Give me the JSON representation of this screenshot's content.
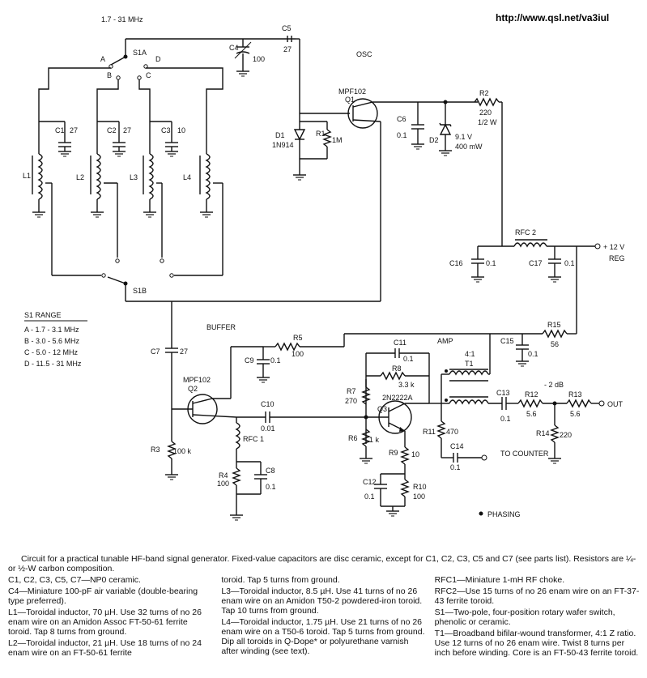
{
  "header": {
    "url": "http://www.qsl.net/va3iul",
    "freq_range": "1.7 - 31 MHz",
    "osc_label": "OSC",
    "buffer_label": "BUFFER",
    "amp_label": "AMP",
    "phasing_label": "PHASING",
    "output_atten": "- 2 dB"
  },
  "switch": {
    "s1a": "S1A",
    "s1b": "S1B",
    "positions": [
      "A",
      "B",
      "C",
      "D"
    ]
  },
  "range_table": {
    "title": "S1   RANGE",
    "rows": [
      "A - 1.7 - 3.1 MHz",
      "B - 3.0 - 5.6 MHz",
      "C - 5.0 - 12 MHz",
      "D - 11.5 - 31 MHz"
    ]
  },
  "parts": {
    "c1": "C1",
    "c1v": "27",
    "c2": "C2",
    "c2v": "27",
    "c3": "C3",
    "c3v": "10",
    "c4": "C4",
    "c4v": "100",
    "c5": "C5",
    "c5v": "27",
    "l1": "L1",
    "l2": "L2",
    "l3": "L3",
    "l4": "L4",
    "q1": "Q1",
    "q1t": "MPF102",
    "d1": "D1",
    "d1t": "1N914",
    "r1": "R1",
    "r1v": "1M",
    "c6": "C6",
    "c6v": "0.1",
    "d2": "D2",
    "d2v": "9.1 V",
    "d2p": "400 mW",
    "r2": "R2",
    "r2v": "220",
    "r2p": "1/2 W",
    "rfc2": "RFC 2",
    "vin": "+ 12 V",
    "reg": "REG",
    "c16": "C16",
    "c16v": "0.1",
    "c17": "C17",
    "c17v": "0.1",
    "r15": "R15",
    "r15v": "56",
    "c15": "C15",
    "c15v": "0.1",
    "c7": "C7",
    "c7v": "27",
    "q2": "Q2",
    "q2t": "MPF102",
    "r3": "R3",
    "r3v": "100 k",
    "r5": "R5",
    "r5v": "100",
    "c9": "C9",
    "c9v": "0.1",
    "c10": "C10",
    "c10v": "0.01",
    "rfc1": "RFC 1",
    "r4": "R4",
    "r4v": "100",
    "c8": "C8",
    "c8v": "0.1",
    "c11": "C11",
    "c11v": "0.1",
    "r8": "R8",
    "r8v": "3.3 k",
    "r7": "R7",
    "r7v": "270",
    "q3": "Q3",
    "q3t": "2N2222A",
    "r6": "R6",
    "r6v": "1 k",
    "r9": "R9",
    "r9v": "10",
    "c12": "C12",
    "c12v": "0.1",
    "r10": "R10",
    "r10v": "100",
    "t1": "T1",
    "t1r": "4:1",
    "r11": "R11",
    "r11v": "470",
    "c14": "C14",
    "c14v": "0.1",
    "to_counter": "TO COUNTER",
    "c13": "C13",
    "c13v": "0.1",
    "r12": "R12",
    "r12v": "5.6",
    "r13": "R13",
    "r13v": "5.6",
    "r14": "R14",
    "r14v": "220",
    "out": "OUT"
  },
  "caption": {
    "title": "Circuit for a practical tunable HF-band signal generator. Fixed-value capacitors are disc ceramic, except for C1, C2, C3, C5 and C7 (see parts list). Resistors are ¼- or ½-W carbon composition.",
    "col1": [
      "C1, C2, C3, C5, C7—NP0 ceramic.",
      "C4—Miniature 100-pF air variable (double-bearing type preferred).",
      "L1—Toroidal inductor, 70 µH. Use 32 turns of no 26 enam wire on an Amidon Assoc FT-50-61 ferrite toroid. Tap 8 turns from ground.",
      "L2—Toroidal inductor, 21 µH. Use 18 turns of no 24 enam wire on an FT-50-61 ferrite"
    ],
    "col2": [
      "toroid. Tap 5 turns from ground.",
      "L3—Toroidal inductor, 8.5 µH. Use 41 turns of no 26 enam wire on an Amidon T50-2 powdered-iron toroid. Tap 10 turns from ground.",
      "L4—Toroidal inductor, 1.75 µH. Use 21 turns of no 26 enam wire on a T50-6 toroid. Tap 5 turns from ground. Dip all toroids in Q-Dope* or polyurethane varnish after winding (see text)."
    ],
    "col3": [
      "RFC1—Miniature 1-mH RF choke.",
      "RFC2—Use 15 turns of no 26 enam wire on an FT-37-43 ferrite toroid.",
      "S1—Two-pole, four-position rotary wafer switch, phenolic or ceramic.",
      "T1—Broadband bifilar-wound transformer, 4:1 Z ratio. Use 12 turns of no 26 enam wire. Twist 8 turns per inch before winding. Core is an FT-50-43 ferrite toroid."
    ]
  }
}
